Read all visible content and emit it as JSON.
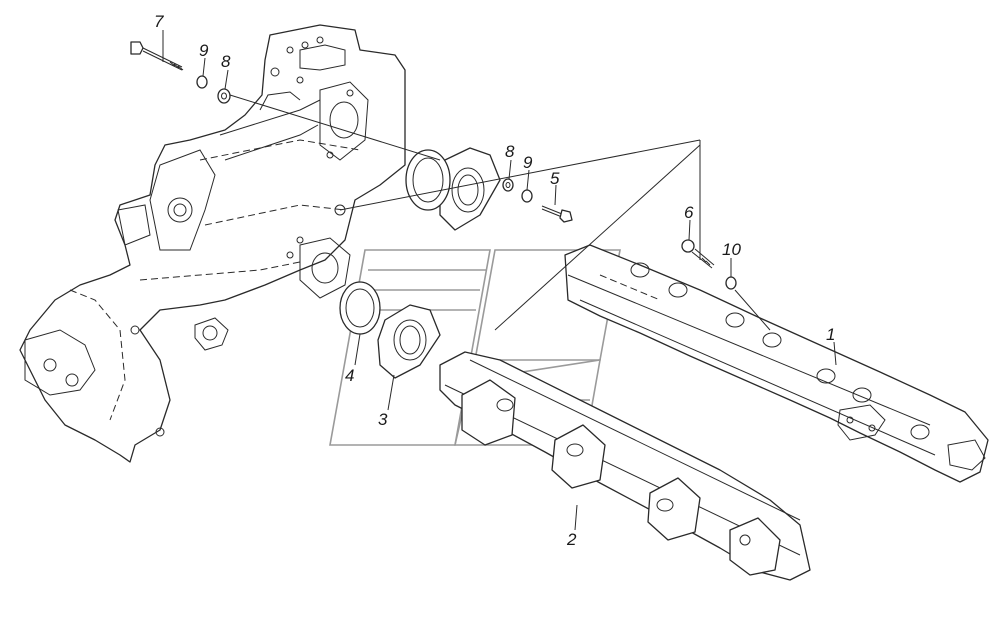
{
  "callouts": [
    {
      "id": "c7a",
      "text": "7"
    },
    {
      "id": "c9a",
      "text": "9"
    },
    {
      "id": "c8a",
      "text": "8"
    },
    {
      "id": "c8b",
      "text": "8"
    },
    {
      "id": "c9b",
      "text": "9"
    },
    {
      "id": "c5",
      "text": "5"
    },
    {
      "id": "c6",
      "text": "6"
    },
    {
      "id": "c10",
      "text": "10"
    },
    {
      "id": "c1",
      "text": "1"
    },
    {
      "id": "c4",
      "text": "4"
    },
    {
      "id": "c3",
      "text": "3"
    },
    {
      "id": "c2",
      "text": "2"
    }
  ],
  "colors": {
    "line": "#2a2a2a",
    "watermark": "#9a9a9a",
    "background": "#ffffff"
  }
}
